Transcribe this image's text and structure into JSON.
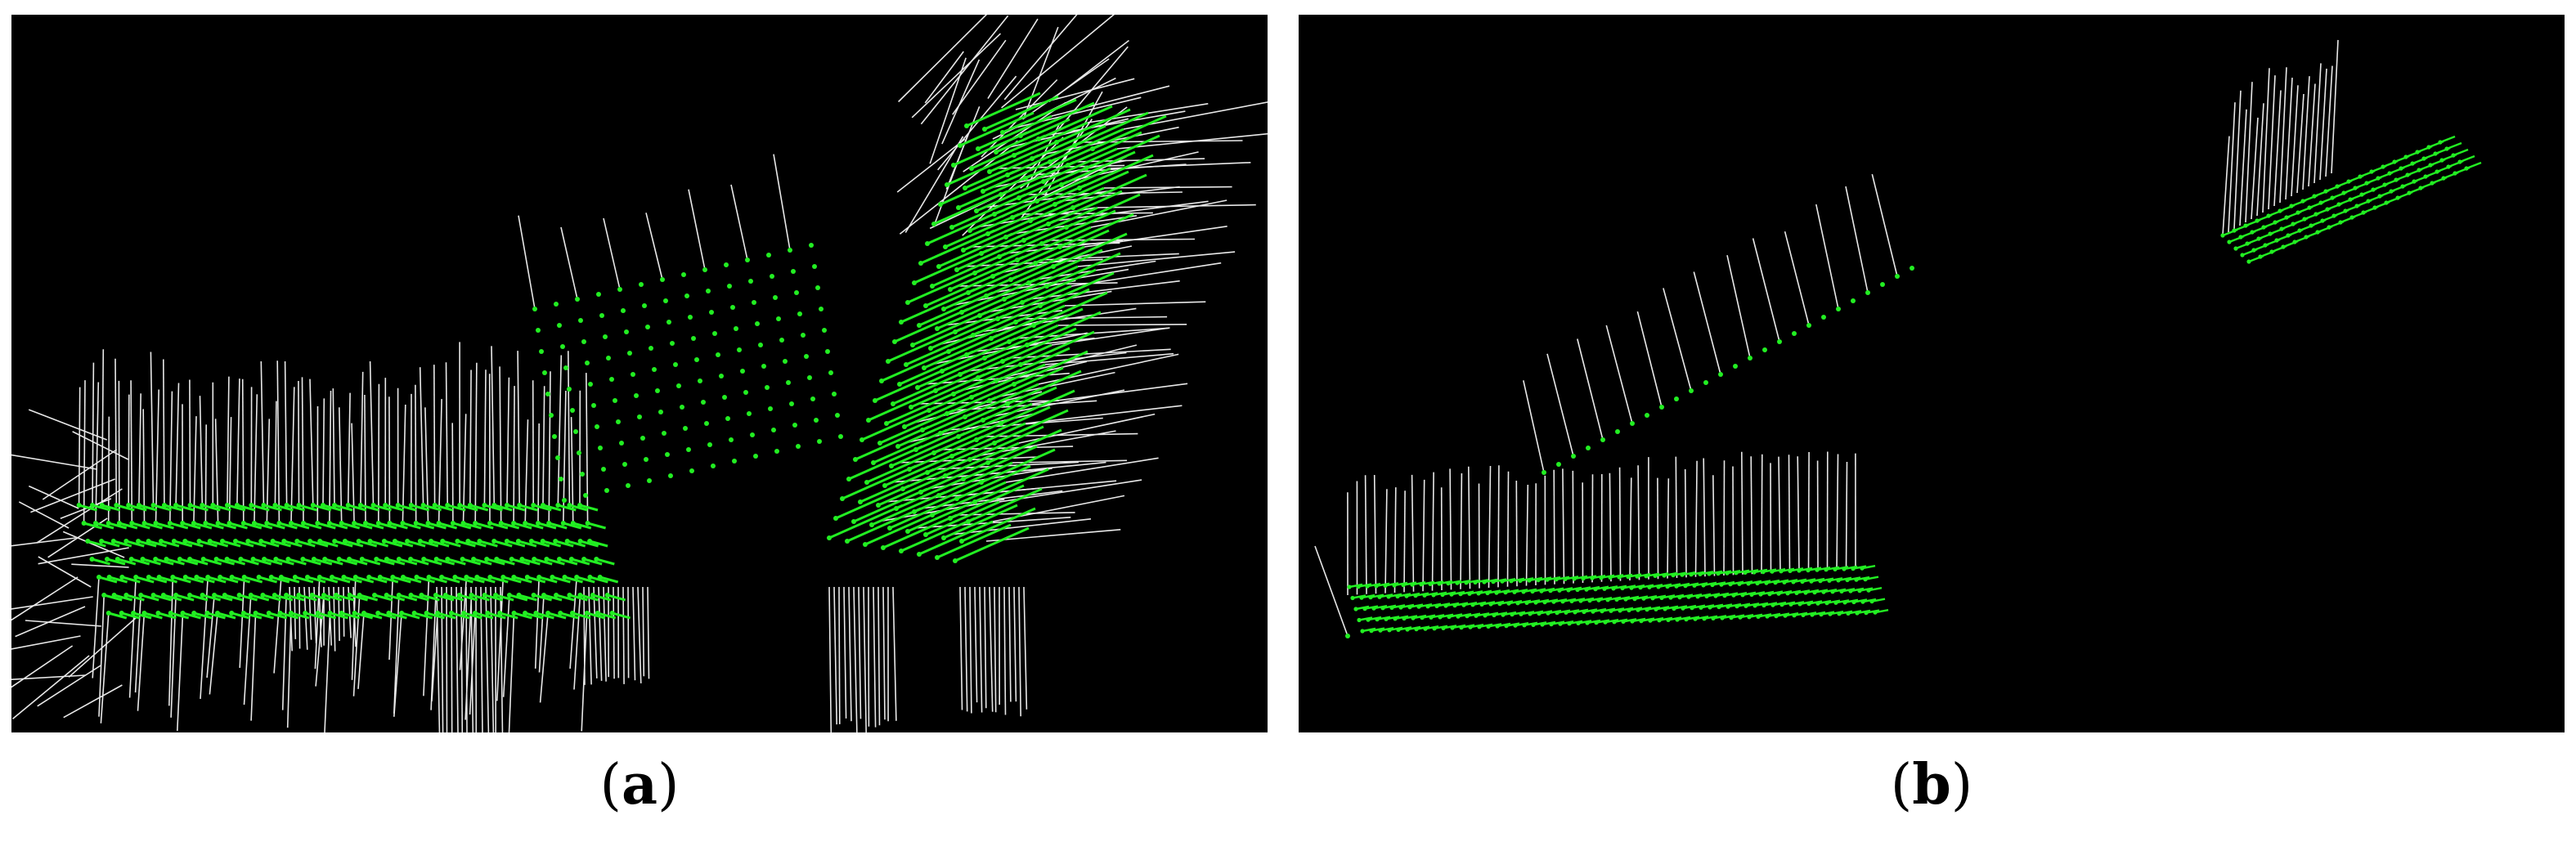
{
  "figure": {
    "panels": [
      {
        "id": "a",
        "caption_open": "(",
        "caption_label": "a",
        "caption_close": ")"
      },
      {
        "id": "b",
        "caption_open": "(",
        "caption_label": "b",
        "caption_close": ")"
      }
    ]
  },
  "colors": {
    "background": "#000000",
    "points": "#22ee22",
    "normals": "#e8e8e8",
    "page": "#ffffff"
  }
}
